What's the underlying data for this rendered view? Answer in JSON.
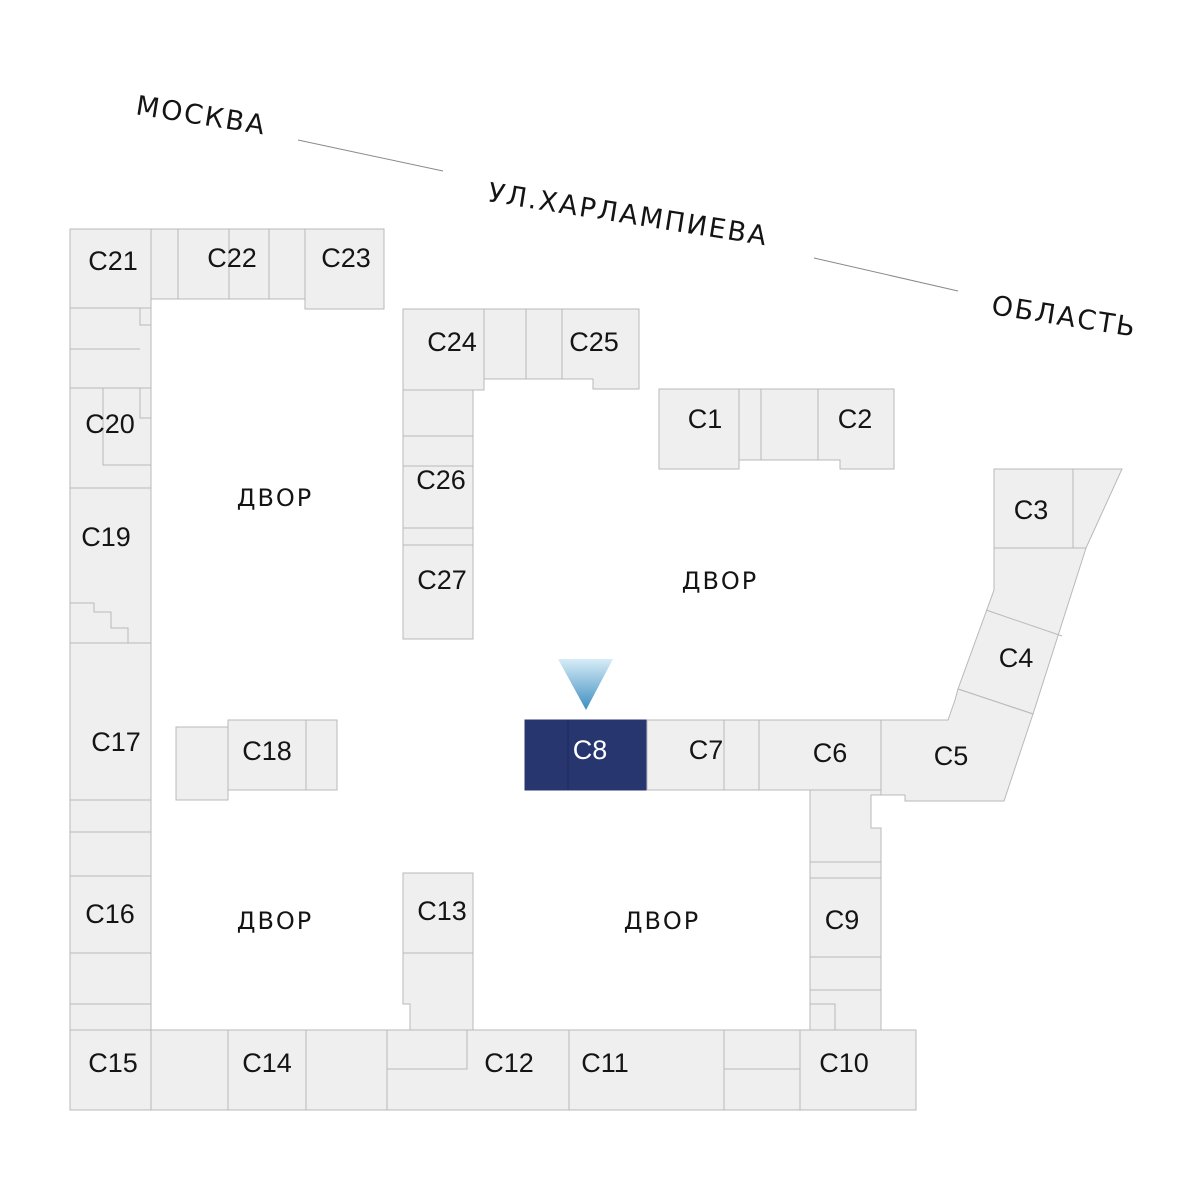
{
  "street": {
    "part1": "МОСКВА",
    "part2": "УЛ.ХАРЛАМПИЕВА",
    "part3": "ОБЛАСТЬ"
  },
  "courtyards": [
    "ДВОР",
    "ДВОР",
    "ДВОР",
    "ДВОР"
  ],
  "sections": {
    "c1": "С1",
    "c2": "С2",
    "c3": "С3",
    "c4": "С4",
    "c5": "С5",
    "c6": "С6",
    "c7": "С7",
    "c8": "С8",
    "c9": "С9",
    "c10": "С10",
    "c11": "С11",
    "c12": "С12",
    "c13": "С13",
    "c14": "С14",
    "c15": "С15",
    "c16": "С16",
    "c17": "С17",
    "c18": "С18",
    "c19": "С19",
    "c20": "С20",
    "c21": "С21",
    "c22": "С22",
    "c23": "С23",
    "c24": "С24",
    "c25": "С25",
    "c26": "С26",
    "c27": "С27"
  },
  "selected_section": "С8",
  "colors": {
    "selected_fill": "#283670",
    "section_fill": "#efefef",
    "marker": "#5aa6cf"
  }
}
